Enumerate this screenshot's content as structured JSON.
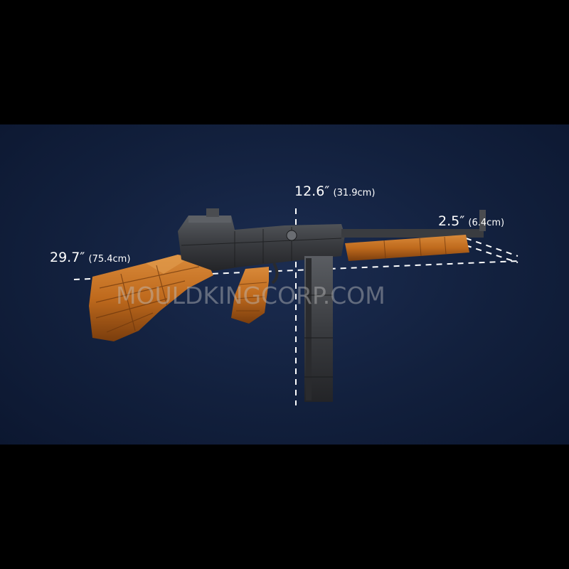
{
  "dimensions": {
    "length": {
      "inch": "29.7″",
      "cm": "(75.4cm)"
    },
    "height": {
      "inch": "12.6″",
      "cm": "(31.9cm)"
    },
    "width": {
      "inch": "2.5″",
      "cm": "(6.4cm)"
    }
  },
  "watermark": "MOULDKINGCORP.COM",
  "colors": {
    "background": "#000000",
    "band": "#12203d",
    "wood": "#c06a1e",
    "metal": "#3b3d41",
    "guide_line": "#ffffff"
  }
}
